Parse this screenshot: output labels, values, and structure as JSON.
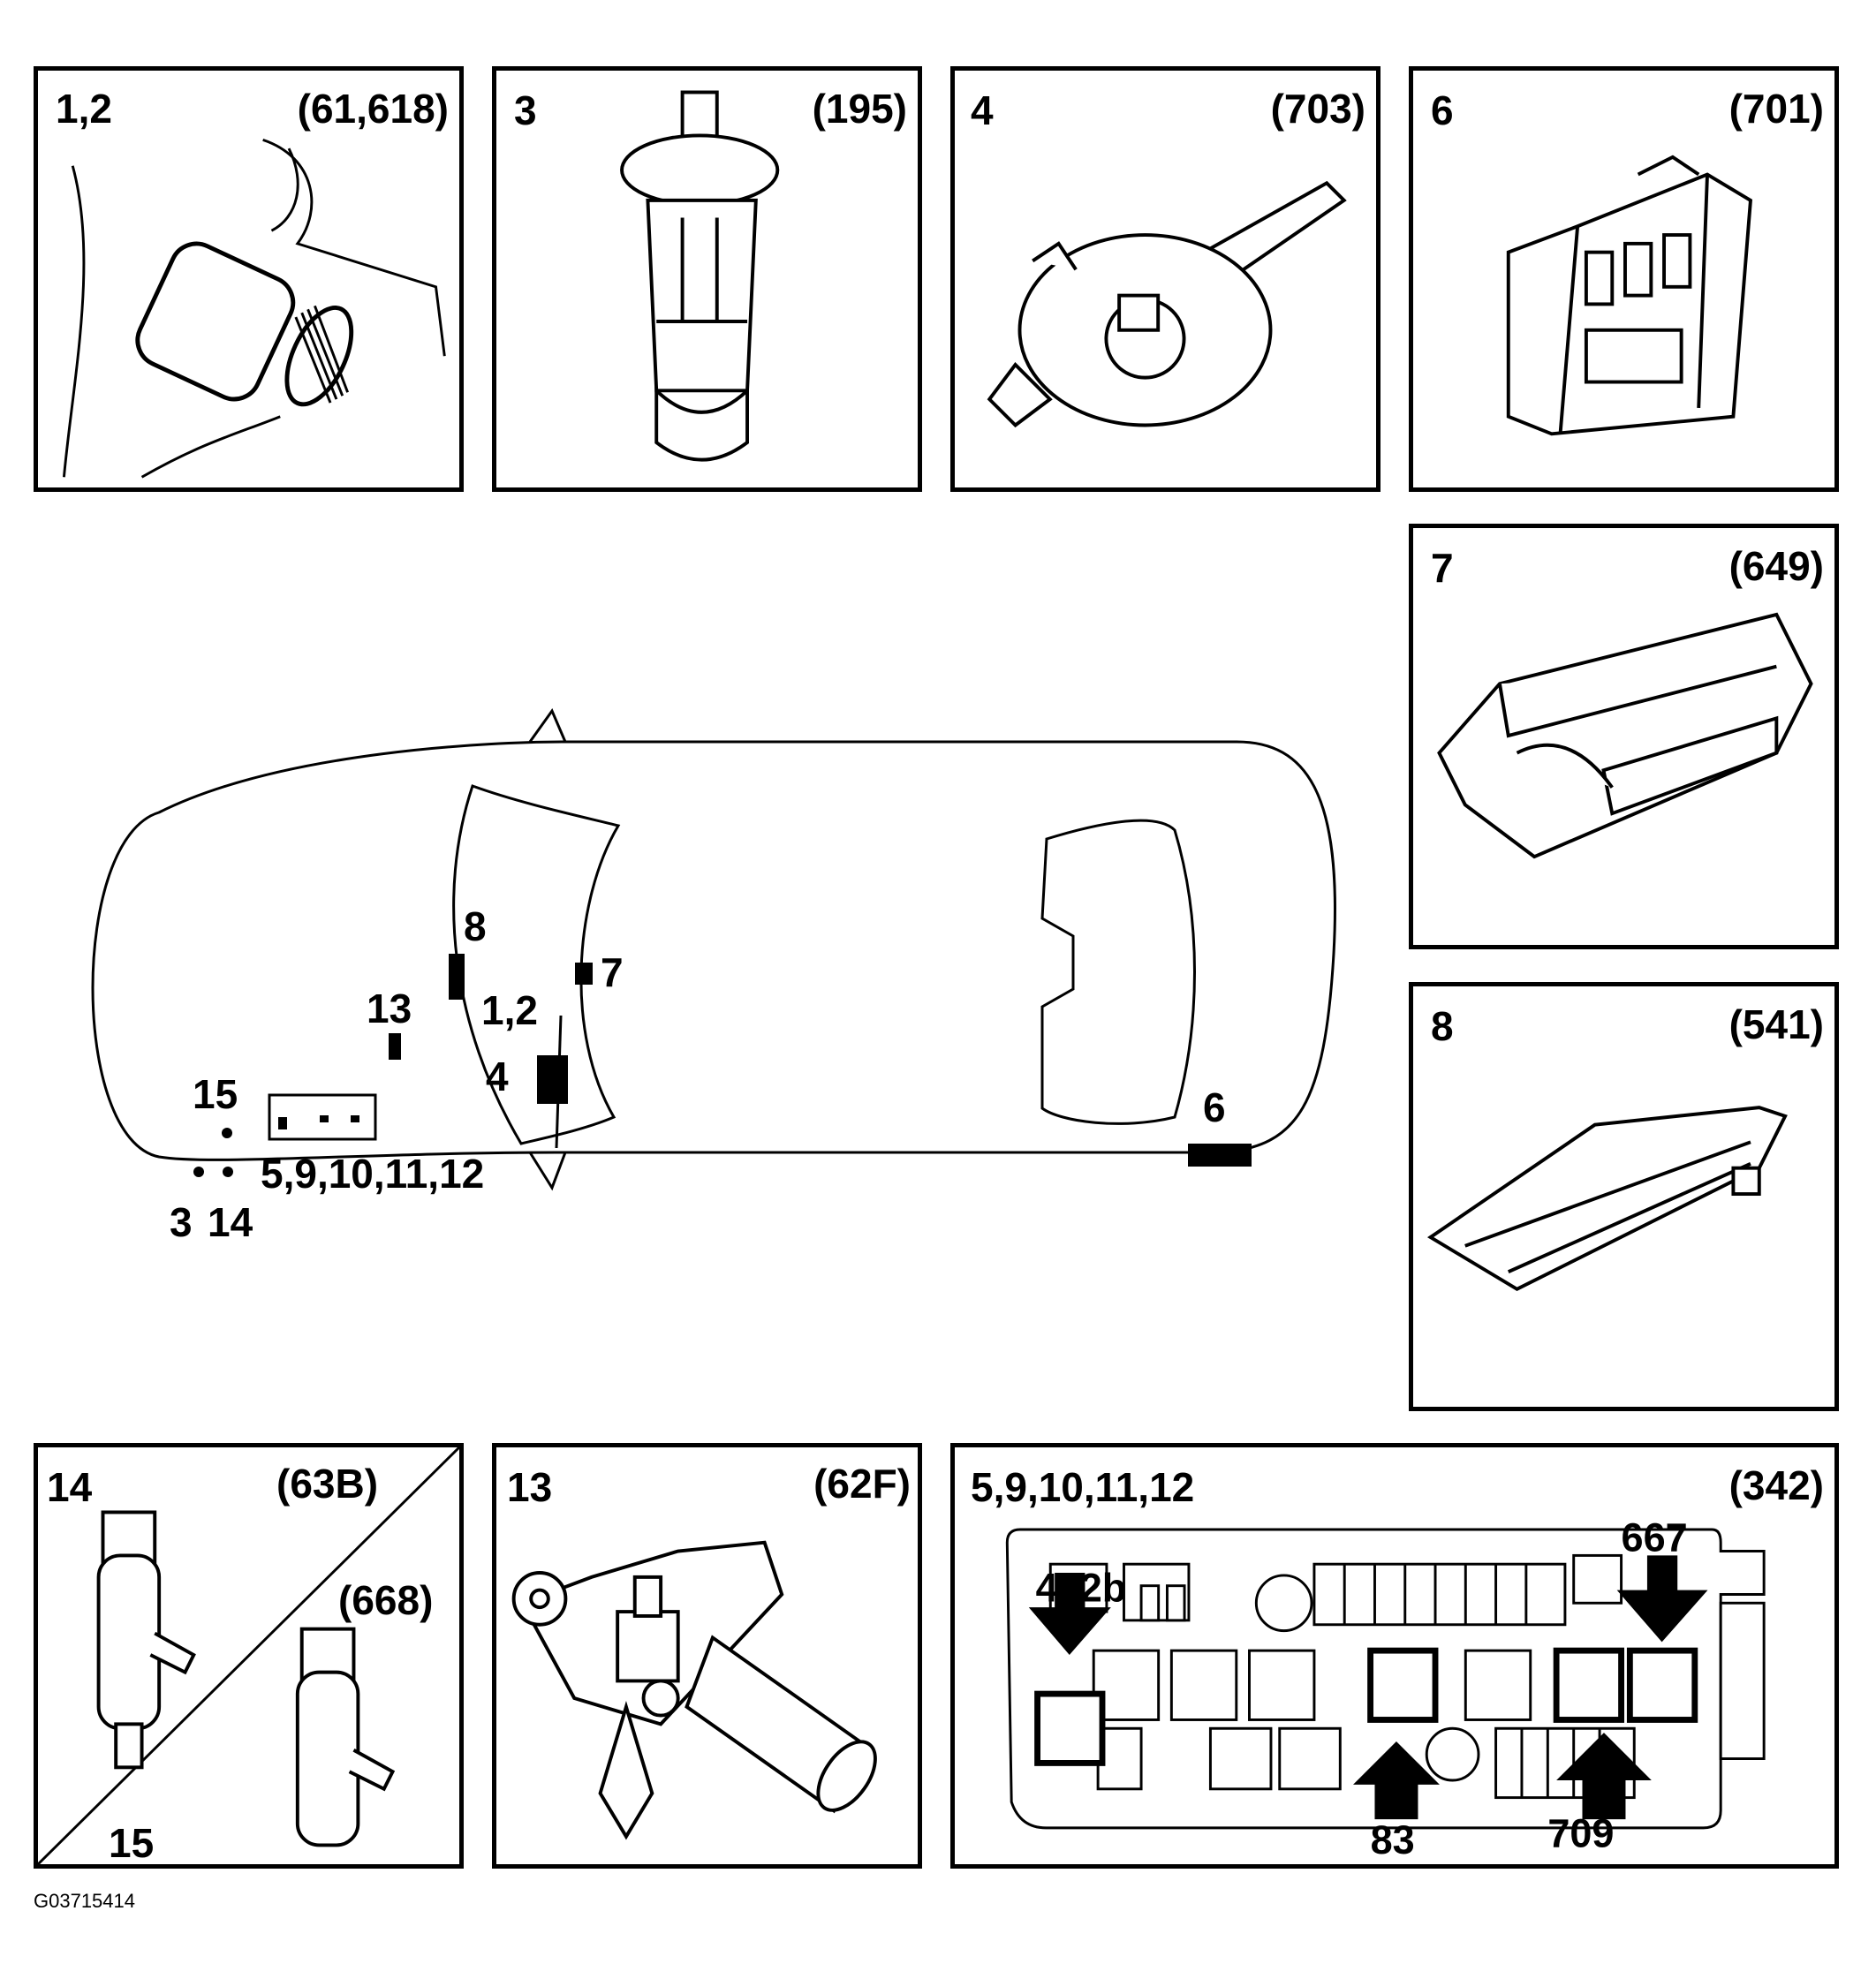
{
  "panels": {
    "p12": {
      "id": "1,2",
      "code": "(61,618)"
    },
    "p3": {
      "id": "3",
      "code": "(195)"
    },
    "p4": {
      "id": "4",
      "code": "(703)"
    },
    "p6": {
      "id": "6",
      "code": "(701)"
    },
    "p7": {
      "id": "7",
      "code": "(649)"
    },
    "p8": {
      "id": "8",
      "code": "(541)"
    },
    "p14": {
      "id": "14",
      "code": "(63B)",
      "id2": "15",
      "code2": "(668)"
    },
    "p13": {
      "id": "13",
      "code": "(62F)"
    },
    "pfuse": {
      "id": "5,9,10,11,12",
      "code": "(342)",
      "relays": {
        "r432b": "432b",
        "r667": "667",
        "r83": "83",
        "r709": "709"
      }
    }
  },
  "car_map": {
    "l8": "8",
    "l7": "7",
    "l13": "13",
    "l12": "1,2",
    "l4": "4",
    "l15": "15",
    "l6": "6",
    "lfuse": "5,9,10,11,12",
    "l3": "3",
    "l14": "14"
  },
  "figure_id": "G03715414"
}
